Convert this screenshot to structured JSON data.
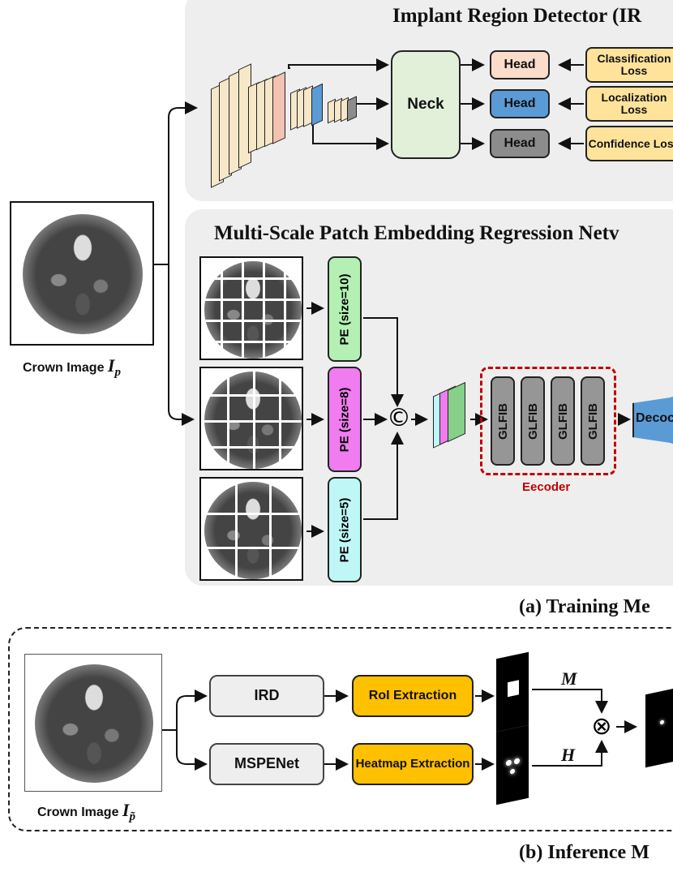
{
  "training": {
    "ird_title": "Implant Region Detector (IR",
    "neck_label": "Neck",
    "heads": [
      "Head",
      "Head",
      "Head"
    ],
    "losses": [
      "Classification Loss",
      "Localization Loss",
      "Confidence Loss"
    ],
    "mspe_title": "Multi-Scale Patch Embedding Regression Netv",
    "crown_label": "Crown Image",
    "crown_symbol": "I",
    "crown_subscript": "p",
    "pe_labels": [
      "PE (size=10)",
      "PE (size=8)",
      "PE (size=5)"
    ],
    "concat_symbol": "©",
    "glfib_labels": [
      "GLFIB",
      "GLFIB",
      "GLFIB",
      "GLFIB"
    ],
    "encoder_label": "Eecoder",
    "decoder_label": "Decoc",
    "caption": "(a) Training Me"
  },
  "inference": {
    "crown_label": "Crown Image",
    "crown_symbol": "I",
    "crown_subscript": "p̃",
    "ird_label": "IRD",
    "mspenet_label": "MSPENet",
    "roi_label": "RoI Extraction",
    "heatmap_label": "Heatmap Extraction",
    "m_label": "M",
    "h_label": "H",
    "multiply_symbol": "⊗",
    "caption": "(b) Inference M"
  },
  "colors": {
    "panel": "#eeeeee",
    "head_classification": "#fbdccb",
    "head_localization": "#5b9bd5",
    "head_confidence": "#8c8c8c",
    "loss": "#ffe39a",
    "neck": "#e2f0d9",
    "pe10": "#b4f0b4",
    "pe8": "#f07cf0",
    "pe5": "#bff7f7",
    "encoder_border": "#c00000",
    "extraction": "#ffc000",
    "decoder": "#5b9bd5"
  }
}
